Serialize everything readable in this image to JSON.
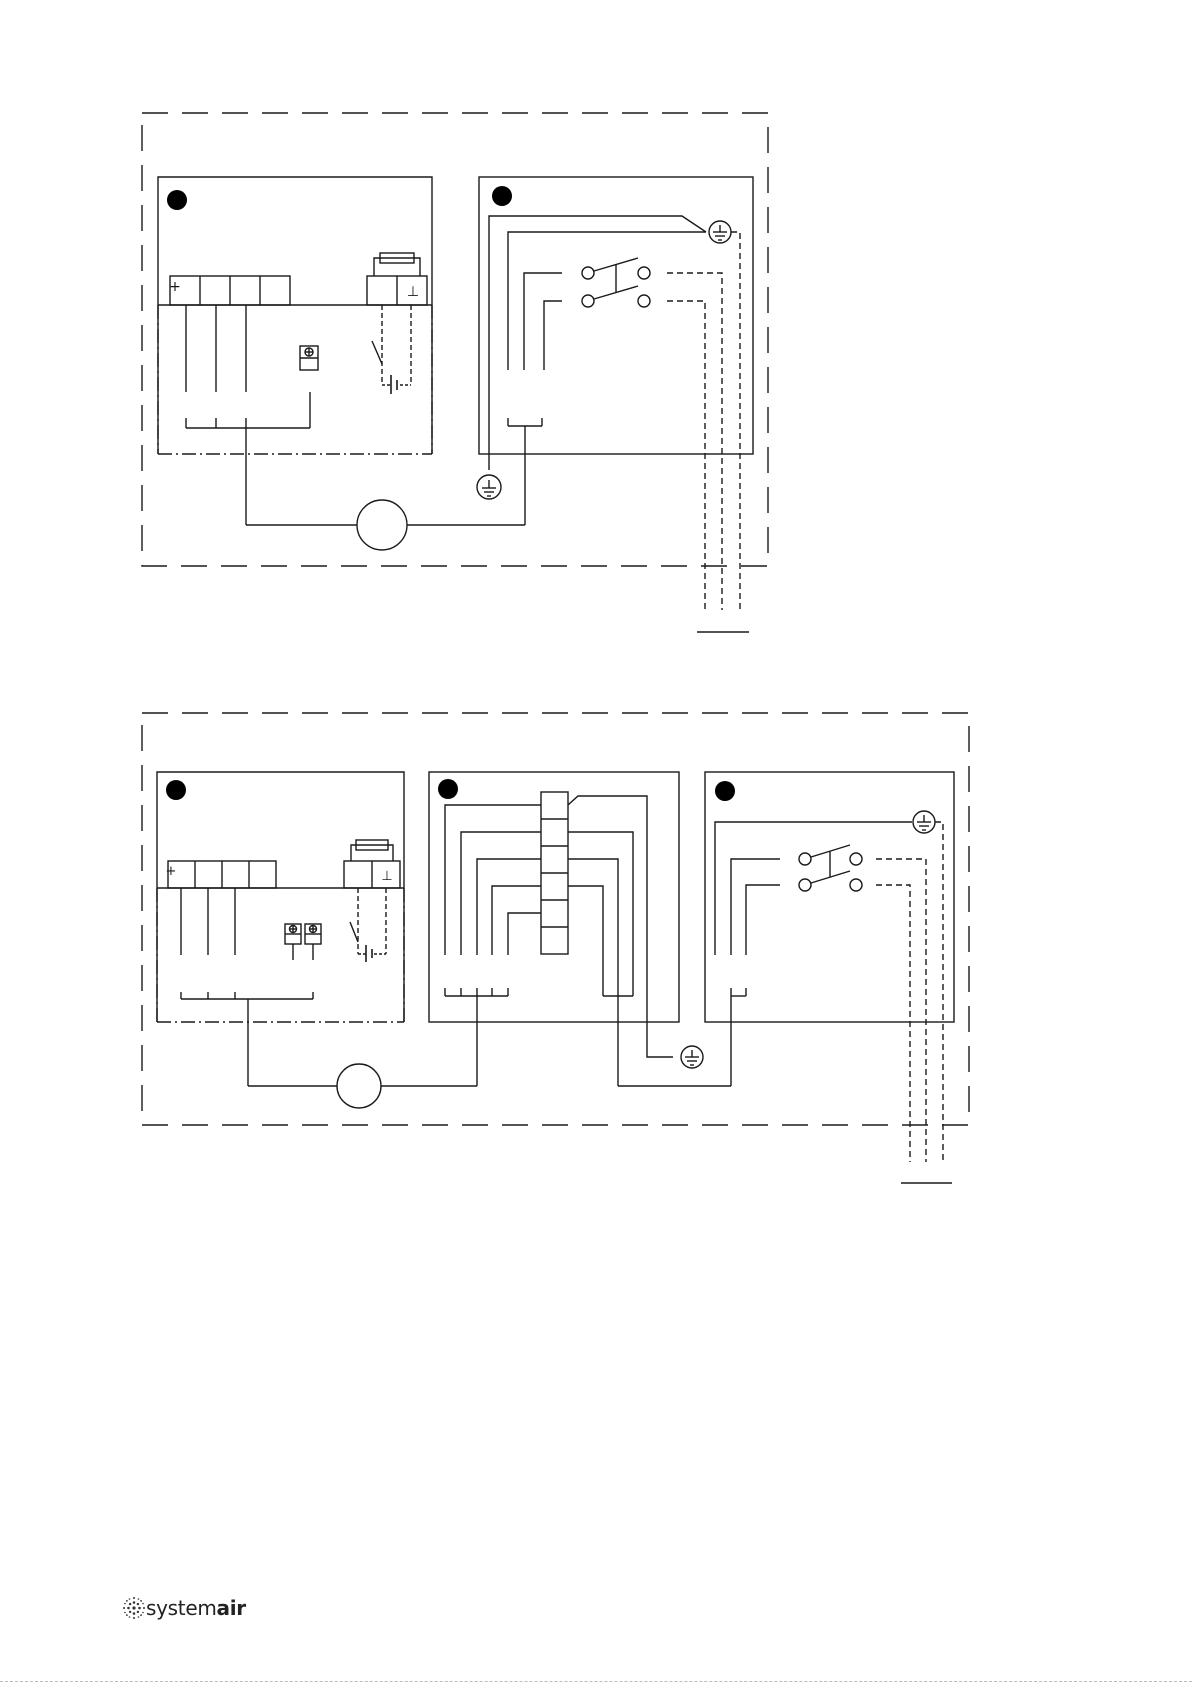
{
  "symbols": {
    "plus": "+",
    "earth_terminal": "⊥"
  },
  "brand": {
    "name_regular": "system",
    "name_bold": "air",
    "icon": "systemair-dot-logo-icon"
  },
  "colors": {
    "line": "#1a1a1a",
    "background": "#ffffff"
  },
  "diagrams": [
    {
      "id": "diagram-1",
      "boxes": 2,
      "motor": true,
      "earth_symbols": 2,
      "switch_poles": 2
    },
    {
      "id": "diagram-2",
      "boxes": 3,
      "motor": true,
      "earth_symbols": 2,
      "switch_poles": 2,
      "terminal_blocks": 6
    }
  ]
}
